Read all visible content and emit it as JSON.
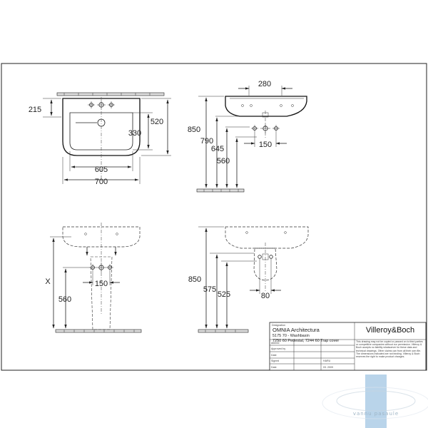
{
  "dimensions": {
    "front": {
      "d215": "215",
      "d520": "520",
      "d330": "330",
      "d605": "605",
      "d700": "700"
    },
    "side": {
      "d280": "280",
      "d850": "850",
      "d790": "790",
      "d645": "645",
      "d560": "560",
      "d150": "150"
    },
    "bottom_left": {
      "dX": "X",
      "d560": "560",
      "d150": "150"
    },
    "bottom_right": {
      "d850": "850",
      "d575": "575",
      "d525": "525",
      "d80": "80"
    }
  },
  "title_block": {
    "designation_label": "Designation",
    "product": "OMNIA Architectura",
    "line1": "5175 70 - Washbasin",
    "line2": "7250 60 Pedestal, 7244 60 Trap cover",
    "brand": "Villeroy&Boch",
    "rows": [
      {
        "label": "Altered",
        "value": ""
      },
      {
        "label": "Approved by",
        "value": ""
      },
      {
        "label": "Date",
        "value": ""
      },
      {
        "label": "Signed",
        "value": "HARU"
      },
      {
        "label": "Date",
        "value": "03. 2009"
      }
    ],
    "notice": "This drawing may not be copied or passed on to third parties or competitive companies without our permission. Villeroy & Boch accepts no liability whatsoever for these data and technical drawings. Other claims can from all their own file. The dimensions indicated are not binding. Villeroy & Boch reserves the right to make product changes."
  },
  "watermark": {
    "text": "vannu pasaule",
    "color": "#7fb0d8"
  }
}
